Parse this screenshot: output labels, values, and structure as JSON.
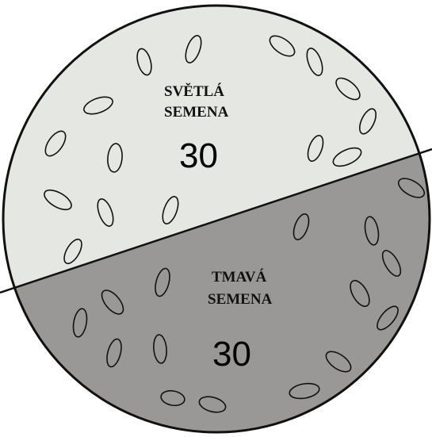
{
  "colors": {
    "light_region": "#e5e7e3",
    "dark_region": "#9a9896",
    "outline": "#111111"
  },
  "light_region": {
    "label_line_1": "SVĚTLÁ",
    "label_line_2": "SEMENA",
    "count": "30"
  },
  "dark_region": {
    "label_line_1": "TMAVÁ",
    "label_line_2": "SEMENA",
    "count": "30"
  }
}
